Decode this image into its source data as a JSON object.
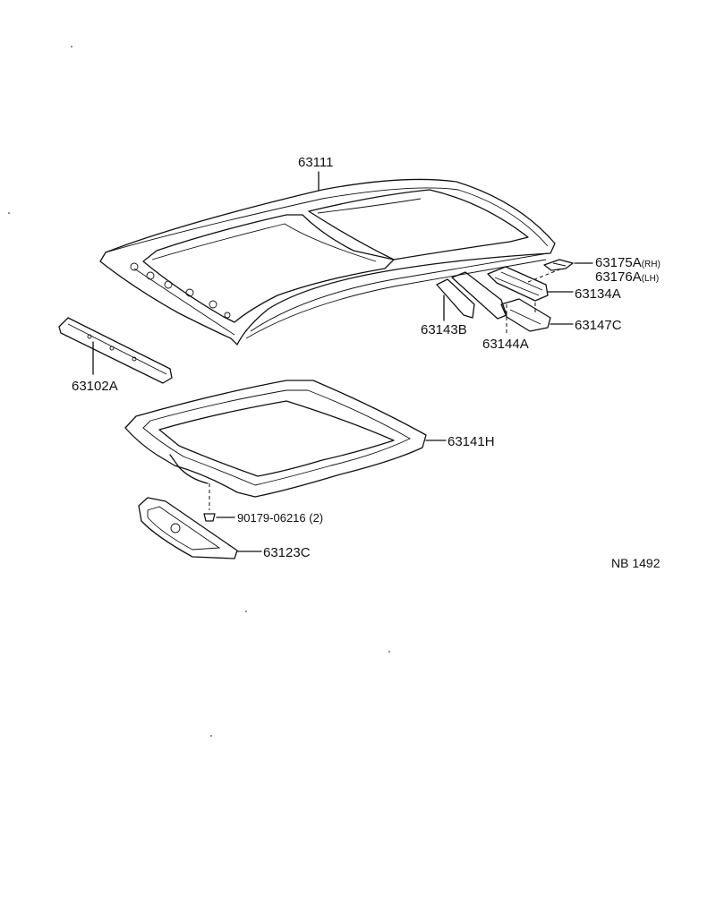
{
  "diagram_code": "NB 1492",
  "parts": {
    "roof_panel": "63111",
    "pad_rh": "63175A",
    "pad_rh_side": "(RH)",
    "pad_lh": "63176A",
    "pad_lh_side": "(LH)",
    "reinforcement_rear": "63134A",
    "panel_front_reinf": "63102A",
    "reinf_b": "63143B",
    "reinf_a": "63144A",
    "reinf_c": "63147C",
    "opening_frame": "63141H",
    "clip": "90179-06216 (2)",
    "housing": "63123C"
  },
  "colors": {
    "ink": "#111111",
    "paper": "#ffffff"
  }
}
